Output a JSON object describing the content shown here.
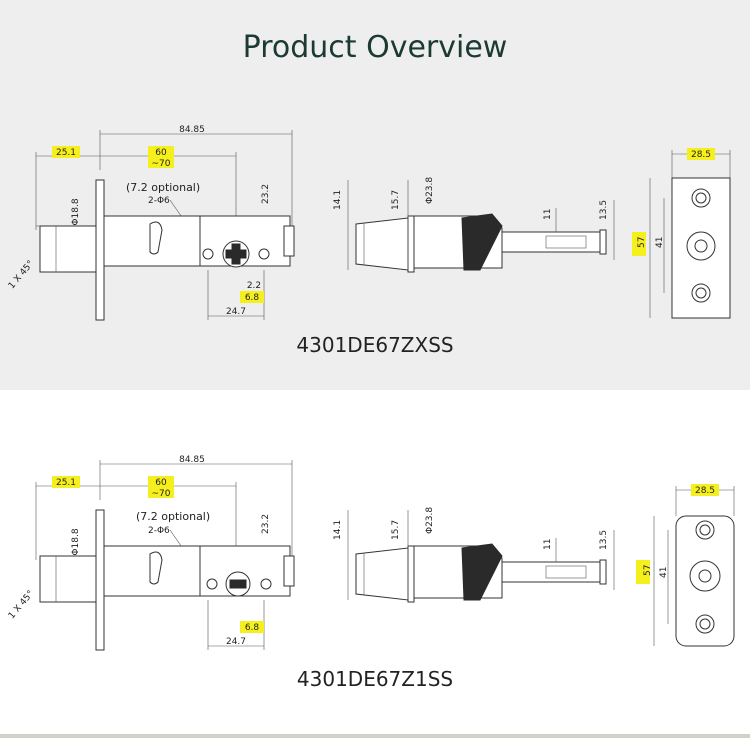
{
  "page_title": "Product Overview",
  "colors": {
    "highlight": "#f5ef1d",
    "title": "#1c3a34",
    "band": "#eeeeee"
  },
  "dimensions": {
    "overall": "84.85",
    "faceplate_offset": "25.1",
    "backset_60": "60",
    "backset_70": "~70",
    "optional_hole": "(7.2 optional)",
    "holes": "2-Φ6",
    "bolt_dia": "Φ18.8",
    "height": "23.2",
    "chamfer": "1 X 45°",
    "spacing_22": "2.2",
    "spacing_68": "6.8",
    "width_247": "24.7",
    "d141": "14.1",
    "d157": "15.7",
    "d238": "Φ23.8",
    "d11": "11",
    "d135": "13.5",
    "plate_width": "28.5",
    "plate_height": "57",
    "hole_spacing": "41"
  },
  "variants": [
    {
      "model": "4301DE67ZXSS"
    },
    {
      "model": "4301DE67Z1SS"
    }
  ]
}
